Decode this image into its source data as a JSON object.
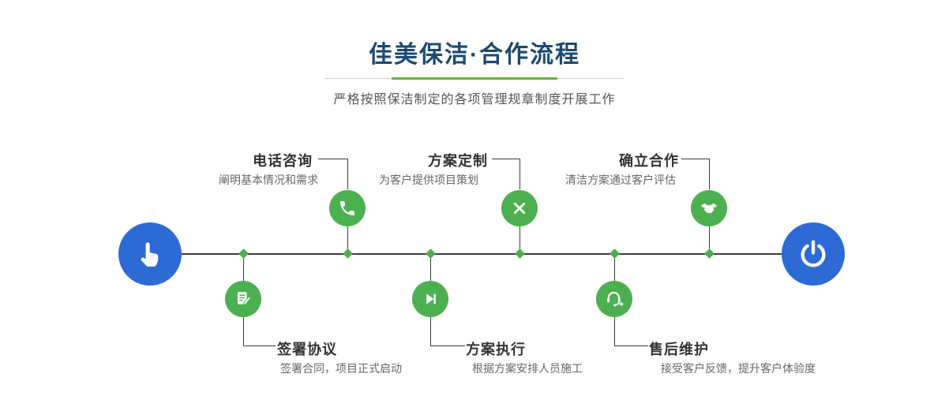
{
  "header": {
    "title": "佳美保洁·合作流程",
    "subtitle": "严格按照保洁制定的各项管理规章制度开展工作"
  },
  "colors": {
    "title": "#1b4a73",
    "subtitle": "#555555",
    "green": "#4cb050",
    "blue": "#2d6ad3",
    "line": "#3c3c3c",
    "divider-green": "#62b53e",
    "divider-gray": "#cfcfcf",
    "step-title": "#333333",
    "step-desc": "#666666"
  },
  "timeline": {
    "start_icon": "pointing-hand-icon",
    "end_icon": "power-icon"
  },
  "steps": [
    {
      "title": "电话咨询",
      "desc": "阐明基本情况和需求",
      "icon": "phone-icon",
      "position": "top"
    },
    {
      "title": "方案定制",
      "desc": "为客户提供项目策划",
      "icon": "pencil-ruler-icon",
      "position": "top"
    },
    {
      "title": "确立合作",
      "desc": "清洁方案通过客户评估",
      "icon": "handshake-icon",
      "position": "top"
    },
    {
      "title": "签署协议",
      "desc": "签署合同，项目正式启动",
      "icon": "contract-icon",
      "position": "bottom"
    },
    {
      "title": "方案执行",
      "desc": "根据方案安排人员施工",
      "icon": "play-icon",
      "position": "bottom"
    },
    {
      "title": "售后维护",
      "desc": "接受客户反馈，提升客户体验度",
      "icon": "headset-icon",
      "position": "bottom"
    }
  ]
}
